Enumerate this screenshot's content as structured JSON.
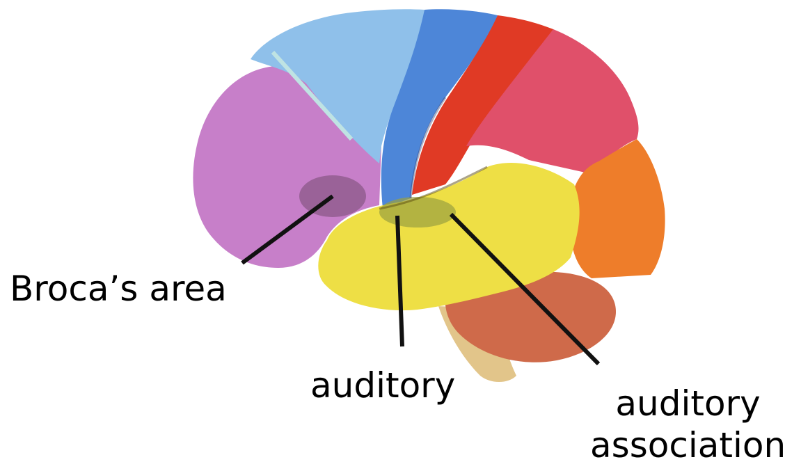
{
  "diagram": {
    "labels": {
      "broca": "Broca’s area",
      "auditory": "auditory",
      "auditory_association_line1": "auditory",
      "auditory_association_line2": "association"
    }
  },
  "colors": {
    "frontal": "#c77fc9",
    "premotor": "#8fc0ea",
    "motor": "#4d86d8",
    "somatosensory": "#e03a25",
    "parietal": "#e0506a",
    "occipital": "#ee7d2a",
    "temporal": "#eedf45",
    "cerebellum": "#cf6a4a",
    "brainstem": "#e2c58a",
    "broca_region": "#7b4f78",
    "auditory_region": "#9aa040",
    "pointer": "#111111"
  }
}
